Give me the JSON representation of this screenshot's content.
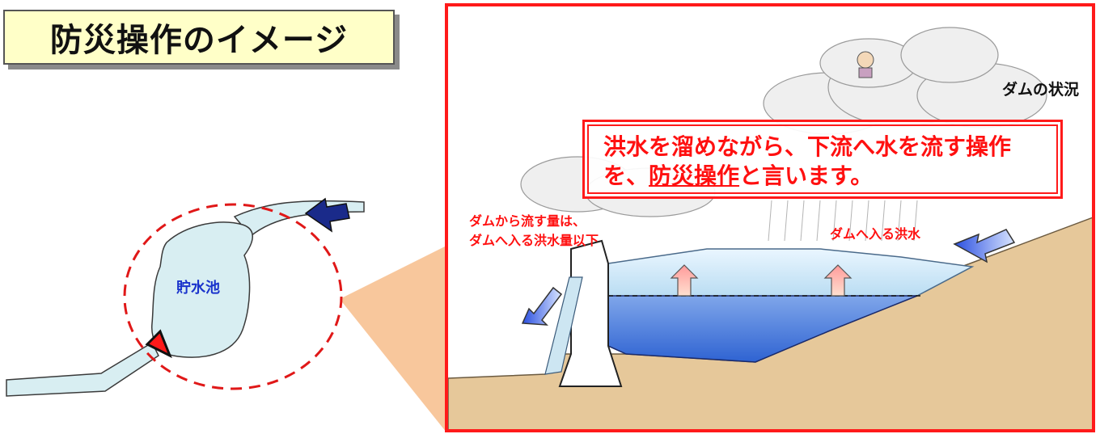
{
  "title": "防災操作のイメージ",
  "overview": {
    "reservoir_label": "貯水池"
  },
  "detail": {
    "status_label": "ダムの状況",
    "callout": {
      "line1": "洪水を溜めながら、下流へ水を流す操作",
      "line2_before": "を、",
      "line2_underlined": "防災操作",
      "line2_after": "と言います。"
    },
    "outflow_label_line1": "ダムから流す量は、",
    "outflow_label_line2": "ダムへ入る洪水量以下",
    "inflow_label": "ダムへ入る洪水"
  },
  "colors": {
    "frame_red": "#ff1a1a",
    "text_red": "#ff1010",
    "reservoir_blue": "#1a33cc",
    "title_bg": "#ffffc8",
    "water_light": "#d8eef2",
    "water_deep": "#3b6fd8",
    "soil": "#e6c89a",
    "connector": "#f8c79c"
  }
}
